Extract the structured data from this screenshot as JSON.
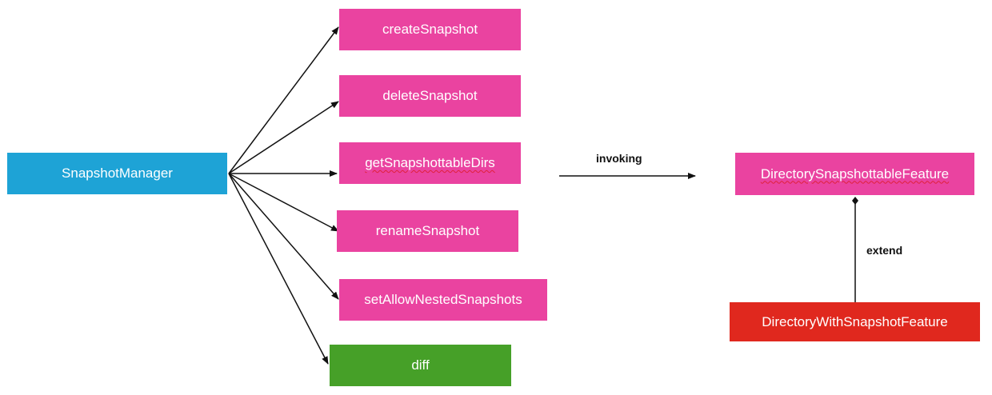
{
  "colors": {
    "manager": "#1ea3d6",
    "method": "#ea43a0",
    "diff": "#46a028",
    "subclass": "#e0281e",
    "edge": "#111111"
  },
  "nodes": {
    "snapshot_manager": "SnapshotManager",
    "create_snapshot": "createSnapshot",
    "delete_snapshot": "deleteSnapshot",
    "get_snapshottable_dirs": "getSnapshottableDirs",
    "rename_snapshot": "renameSnapshot",
    "set_allow_nested_snapshots": "setAllowNestedSnapshots",
    "diff": "diff",
    "directory_snapshottable_feature": "DirectorySnapshottableFeature",
    "directory_with_snapshot_feature": "DirectoryWithSnapshotFeature"
  },
  "edge_labels": {
    "invoking": "invoking",
    "extend": "extend"
  }
}
